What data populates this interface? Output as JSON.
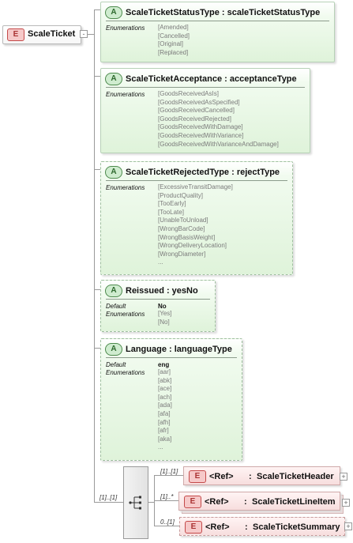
{
  "root": {
    "badge": "E",
    "name": "ScaleTicket",
    "expander": "-"
  },
  "attributes": [
    {
      "badge": "A",
      "title": "ScaleTicketStatusType : scaleTicketStatusType",
      "enum_label": "Enumerations",
      "enumerations": [
        "[Amended]",
        "[Cancelled]",
        "[Original]",
        "[Replaced]"
      ]
    },
    {
      "badge": "A",
      "title": "ScaleTicketAcceptance : acceptanceType",
      "enum_label": "Enumerations",
      "enumerations": [
        "[GoodsReceivedAsIs]",
        "[GoodsReceivedAsSpecified]",
        "[GoodsReceivedCancelled]",
        "[GoodsReceivedRejected]",
        "[GoodsReceivedWithDamage]",
        "[GoodsReceivedWithVariance]",
        "[GoodsReceivedWithVarianceAndDamage]"
      ]
    },
    {
      "badge": "A",
      "title": "ScaleTicketRejectedType : rejectType",
      "enum_label": "Enumerations",
      "enumerations": [
        "[ExcessiveTransitDamage]",
        "[ProductQuality]",
        "[TooEarly]",
        "[TooLate]",
        "[UnableToUnload]",
        "[WrongBarCode]",
        "[WrongBasisWeight]",
        "[WrongDeliveryLocation]",
        "[WrongDiameter]",
        "..."
      ]
    },
    {
      "badge": "A",
      "title": "Reissued : yesNo",
      "default_label": "Default",
      "default_value": "No",
      "enum_label": "Enumerations",
      "enumerations": [
        "[Yes]",
        "[No]"
      ]
    },
    {
      "badge": "A",
      "title": "Language : languageType",
      "default_label": "Default",
      "default_value": "eng",
      "enum_label": "Enumerations",
      "enumerations": [
        "[aar]",
        "[abk]",
        "[ace]",
        "[ach]",
        "[ada]",
        "[afa]",
        "[afh]",
        "[afr]",
        "[aka]",
        "..."
      ]
    }
  ],
  "sequence": {
    "occurrence": "[1]..[1]"
  },
  "children": [
    {
      "occurrence": "[1]..[1]",
      "badge": "E",
      "ref": "<Ref>",
      "sep": ":",
      "name": "ScaleTicketHeader",
      "expander": "+"
    },
    {
      "occurrence": "[1]..*",
      "badge": "E",
      "ref": "<Ref>",
      "sep": ":",
      "name": "ScaleTicketLineItem",
      "expander": "+"
    },
    {
      "occurrence": "0..[1]",
      "badge": "E",
      "ref": "<Ref>",
      "sep": ":",
      "name": "ScaleTicketSummary",
      "expander": "+"
    }
  ]
}
